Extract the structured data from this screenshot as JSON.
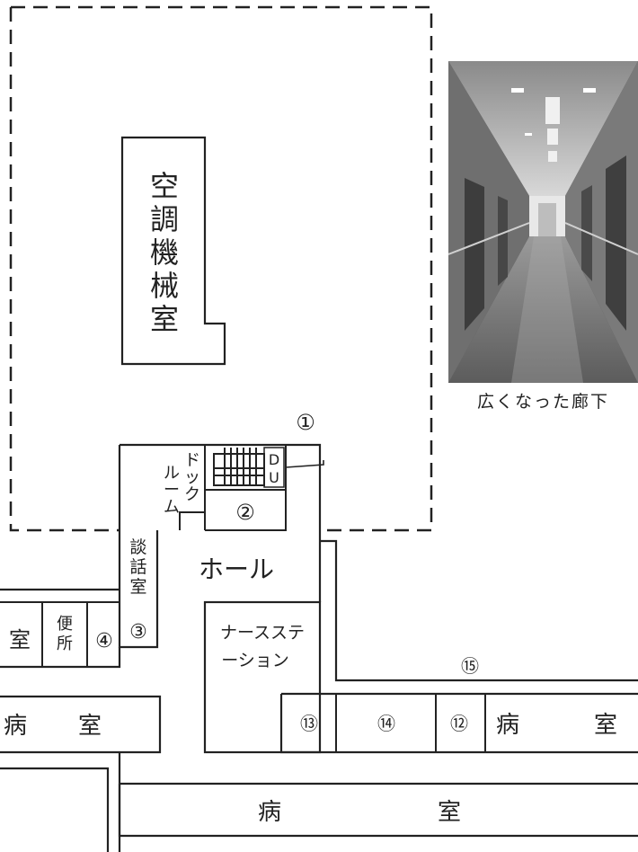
{
  "rooms": {
    "machine_room": "空調機械室",
    "dock_room": [
      "ドック",
      "ルーム"
    ],
    "lounge": "談話室",
    "hall": "ホール",
    "nurse_station": [
      "ナースステ",
      "ーション"
    ],
    "ward_upper_left": "室",
    "toilet": "便所",
    "ward_mid_left": [
      "病",
      "室"
    ],
    "ward_right": [
      "病",
      "室"
    ],
    "ward_bottom": [
      "病",
      "室"
    ],
    "elevator": [
      "D",
      "U"
    ]
  },
  "markers": {
    "m1": "①",
    "m2": "②",
    "m3": "③",
    "m4": "④",
    "m12": "⑫",
    "m13": "⑬",
    "m14": "⑭",
    "m15": "⑮"
  },
  "photo": {
    "caption": "広くなった廊下"
  }
}
